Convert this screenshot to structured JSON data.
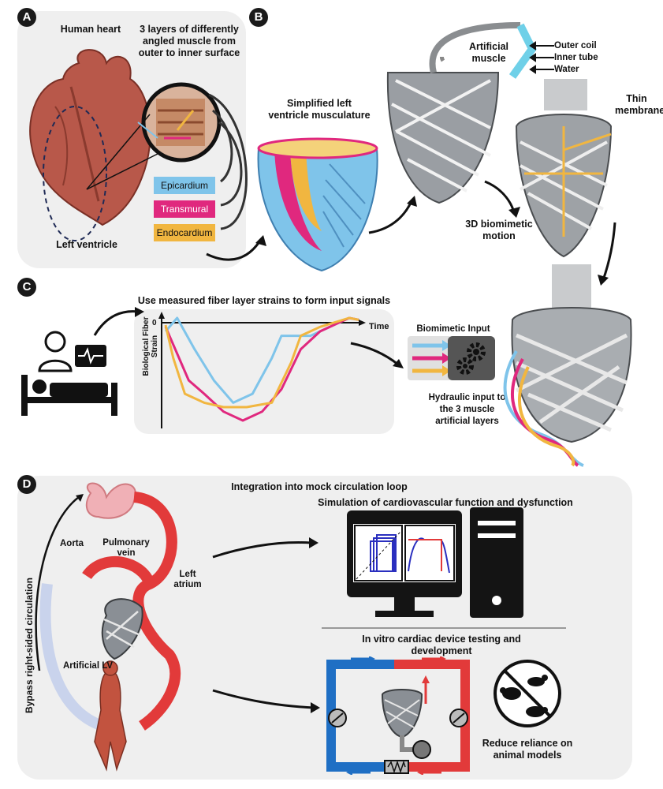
{
  "panels": {
    "a": {
      "badge": "A",
      "title": "Human heart",
      "layers_caption": "3 layers of differently angled muscle from outer to inner surface",
      "left_ventricle": "Left ventricle",
      "layers": [
        {
          "name": "Epicardium",
          "color": "#7fc4ea"
        },
        {
          "name": "Transmural",
          "color": "#e0287e"
        },
        {
          "name": "Endocardium",
          "color": "#f1b640"
        }
      ]
    },
    "b": {
      "badge": "B",
      "simplified_lv": "Simplified left ventricle musculature",
      "artificial_muscle": "Artificial muscle",
      "outer_coil": "Outer coil",
      "inner_tube": "Inner tube",
      "water": "Water",
      "thin_membrane": "Thin membrane",
      "motion": "3D biomimetic motion"
    },
    "c": {
      "badge": "C",
      "title": "Use measured fiber layer strains to form input signals",
      "y_axis": "Biological Fiber Strain",
      "zero": "0",
      "time": "Time",
      "biomimetic_input": "Biomimetic Input",
      "hydraulic_input": "Hydraulic input to the 3 muscle artificial layers"
    },
    "d": {
      "badge": "D",
      "title": "Integration into mock circulation loop",
      "simulation": "Simulation of cardiovascular function and dysfunction",
      "invitro": "In vitro cardiac device testing and development",
      "reduce": "Reduce reliance on animal models",
      "bypass": "Bypass right-sided circulation",
      "aorta": "Aorta",
      "pulmonary_vein": "Pulmonary vein",
      "left_atrium": "Left atrium",
      "artificial_lv": "Artificial LV"
    }
  },
  "colors": {
    "epicardium": "#7fc4ea",
    "transmural": "#e0287e",
    "endocardium": "#f1b640",
    "loop_blue": "#1f6fc4",
    "loop_red": "#e23a3a"
  },
  "chart_data": {
    "type": "line",
    "xlabel": "Time",
    "ylabel": "Biological Fiber Strain",
    "series": [
      {
        "name": "Epicardium",
        "color": "#7fc4ea",
        "points": [
          [
            0,
            0.15
          ],
          [
            0.06,
            0.0
          ],
          [
            0.15,
            0.35
          ],
          [
            0.25,
            0.7
          ],
          [
            0.35,
            0.95
          ],
          [
            0.45,
            0.85
          ],
          [
            0.55,
            0.45
          ],
          [
            0.6,
            0.2
          ],
          [
            0.75,
            0.2
          ],
          [
            0.85,
            0.1
          ],
          [
            0.95,
            0.0
          ],
          [
            1,
            0.02
          ]
        ]
      },
      {
        "name": "Transmural",
        "color": "#e0287e",
        "points": [
          [
            0,
            0.1
          ],
          [
            0.05,
            0.35
          ],
          [
            0.12,
            0.7
          ],
          [
            0.2,
            0.85
          ],
          [
            0.3,
            1.05
          ],
          [
            0.4,
            1.15
          ],
          [
            0.5,
            1.05
          ],
          [
            0.6,
            0.8
          ],
          [
            0.7,
            0.35
          ],
          [
            0.8,
            0.15
          ],
          [
            0.95,
            0.0
          ],
          [
            1,
            0.02
          ]
        ]
      },
      {
        "name": "Endocardium",
        "color": "#f1b640",
        "points": [
          [
            0,
            0.08
          ],
          [
            0.04,
            0.45
          ],
          [
            0.1,
            0.85
          ],
          [
            0.2,
            0.95
          ],
          [
            0.3,
            1.0
          ],
          [
            0.42,
            1.0
          ],
          [
            0.55,
            0.95
          ],
          [
            0.65,
            0.5
          ],
          [
            0.7,
            0.2
          ],
          [
            0.8,
            0.1
          ],
          [
            0.95,
            0.0
          ],
          [
            1,
            0.02
          ]
        ]
      }
    ]
  }
}
